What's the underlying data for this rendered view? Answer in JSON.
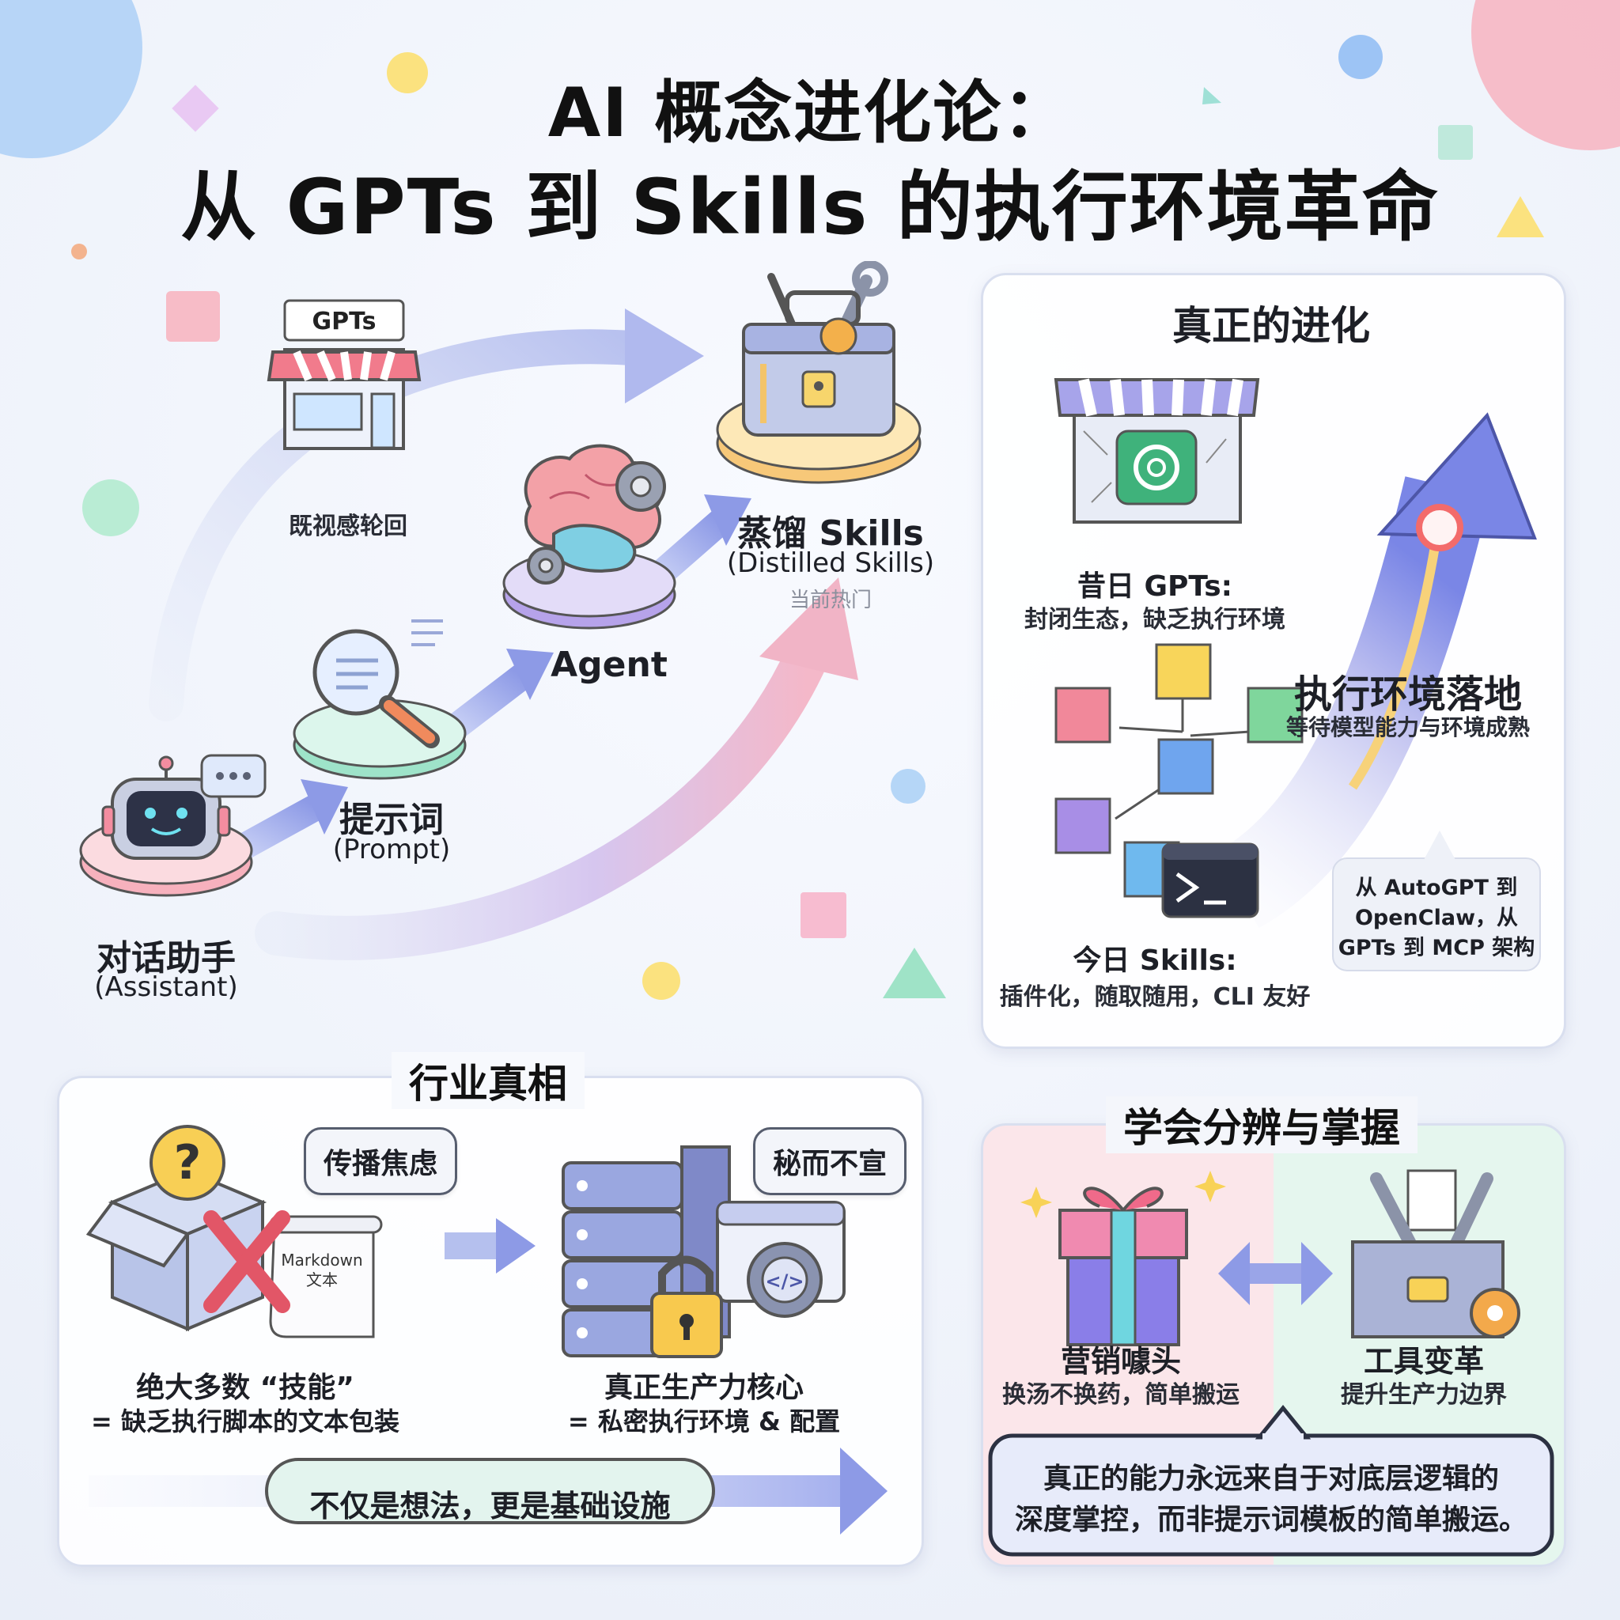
{
  "title": {
    "line1": "AI 概念进化论：",
    "line2": "从 GPTs 到 Skills 的执行环境革命"
  },
  "evolution": {
    "store_sign": "GPTs",
    "store_caption": "既视感轮回",
    "assistant": {
      "label": "对话助手",
      "sub": "(Assistant)"
    },
    "prompt": {
      "label": "提示词",
      "sub": "(Prompt)"
    },
    "agent": {
      "label": "Agent"
    },
    "skills": {
      "label": "蒸馏 Skills",
      "sub": "(Distilled Skills)",
      "note": "当前热门"
    }
  },
  "true_evolution": {
    "title": "真正的进化",
    "past": {
      "label": "昔日 GPTs:",
      "desc": "封闭生态，缺乏执行环境"
    },
    "today": {
      "label": "今日 Skills:",
      "desc": "插件化，随取随用，CLI 友好"
    },
    "arrow": {
      "label": "执行环境落地",
      "desc": "等待模型能力与环境成熟"
    },
    "callout": {
      "line1": "从 AutoGPT 到",
      "line2": "OpenClaw，从",
      "line3": "GPTs 到 MCP 架构"
    }
  },
  "industry": {
    "title": "行业真相",
    "bubble_left": "传播焦虑",
    "bubble_right": "秘而不宣",
    "doc_label1": "Markdown",
    "doc_label2": "文本",
    "left_title": "绝大多数 “技能”",
    "left_desc": "= 缺乏执行脚本的文本包装",
    "right_title": "真正生产力核心",
    "right_desc": "= 私密执行环境 & 配置",
    "banner": "不仅是想法，更是基础设施"
  },
  "discern": {
    "title": "学会分辨与掌握",
    "left": {
      "label": "营销噱头",
      "desc": "换汤不换药，简单搬运"
    },
    "right": {
      "label": "工具变革",
      "desc": "提升生产力边界"
    },
    "quote_line1": "真正的能力永远来自于对底层逻辑的",
    "quote_line2": "深度掌控，而非提示词模板的简单搬运。"
  },
  "colors": {
    "accent": "#7b88e0",
    "pink": "#f6a5b5",
    "mint": "#8fe0bf",
    "yellow": "#f8d96a"
  }
}
